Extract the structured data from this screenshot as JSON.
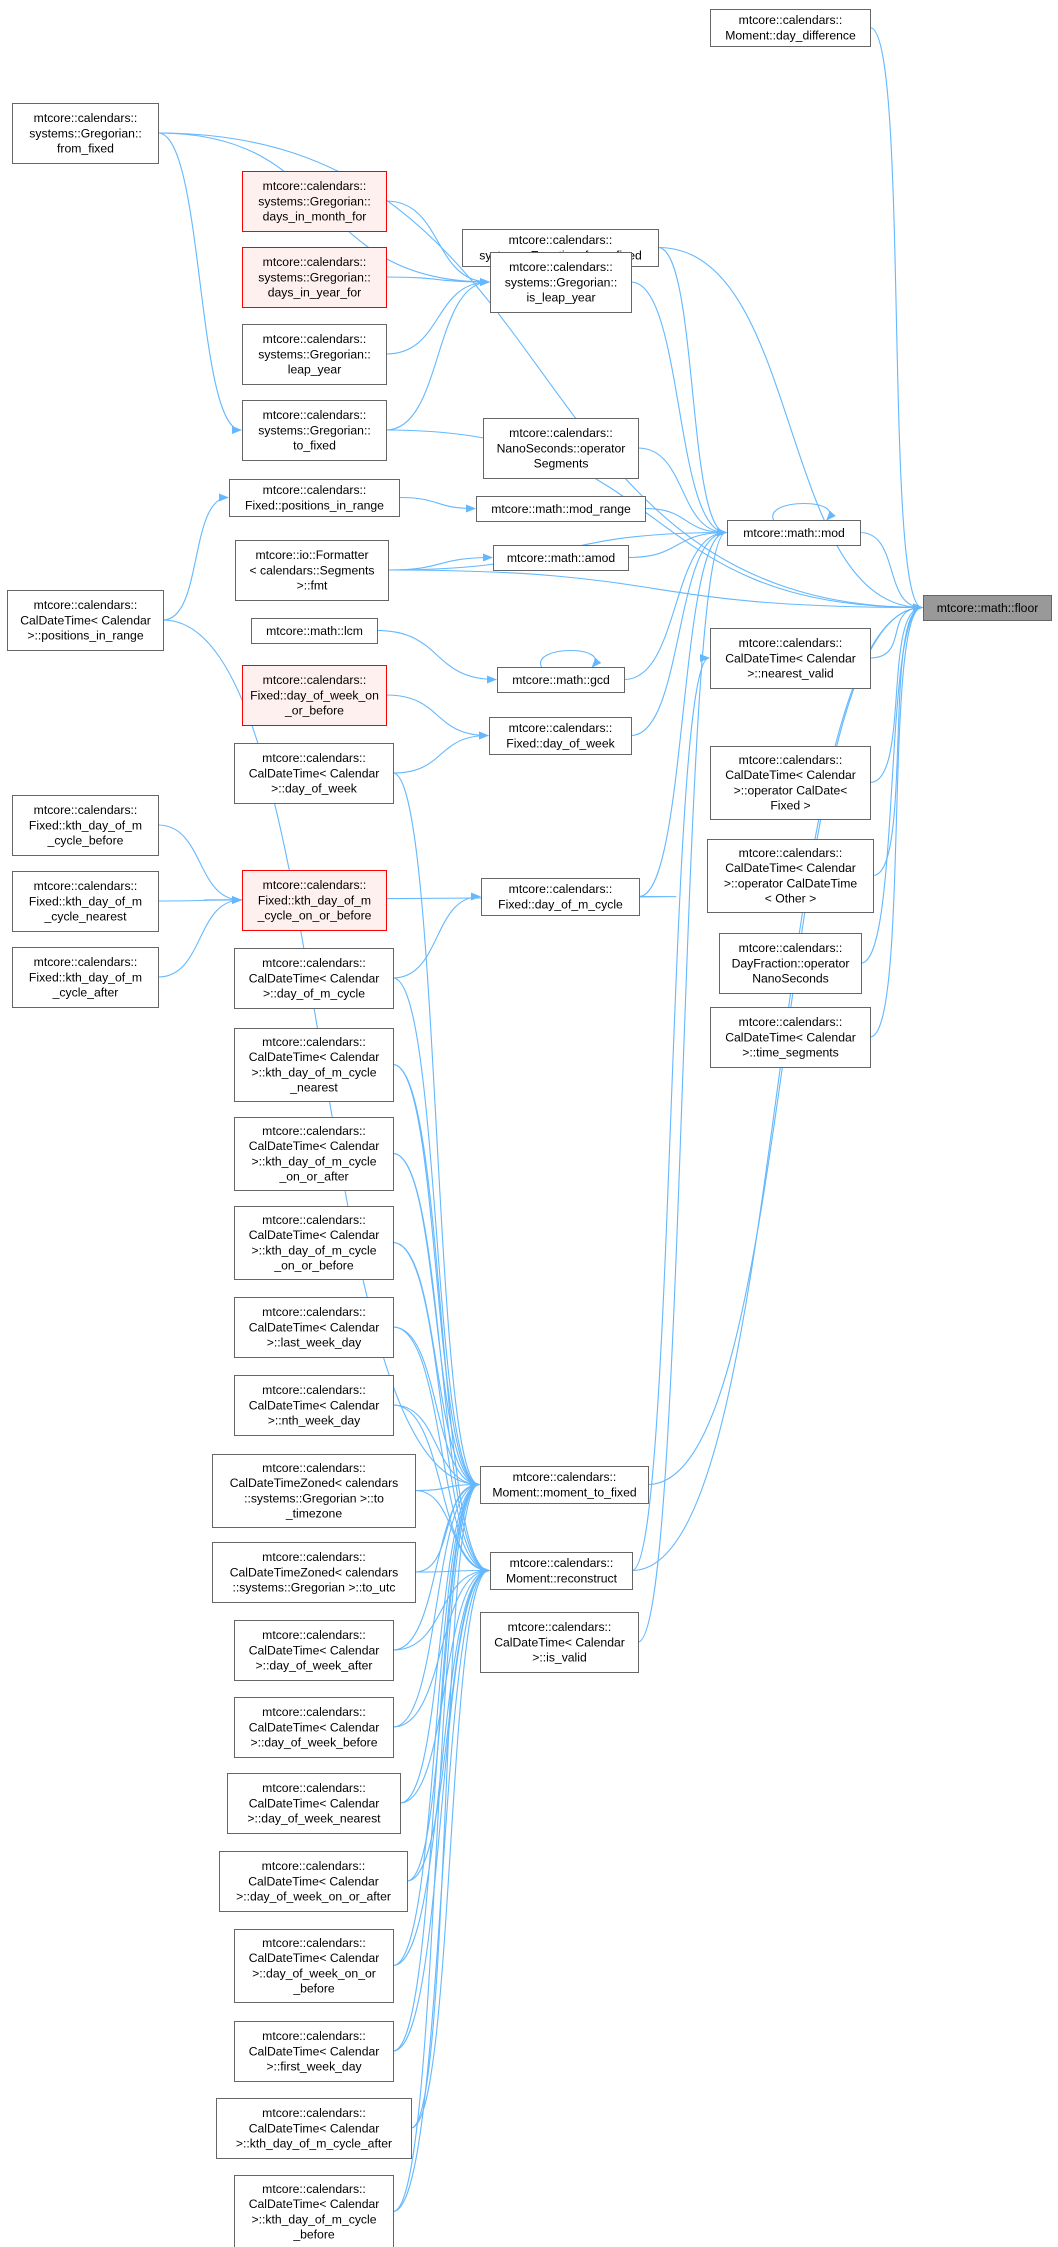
{
  "colors": {
    "edge": "#63b8ff",
    "node_border": "#666666",
    "node_fill": "#ffffff",
    "highlight_border": "#ff0000",
    "highlight_fill": "#fff0f0",
    "root_fill": "#999999"
  },
  "nodes": {
    "floor": {
      "lines": [
        "mtcore::math::floor"
      ],
      "style": "root"
    },
    "day_difference": {
      "lines": [
        "mtcore::calendars::",
        "Moment::day_difference"
      ]
    },
    "greg_from_fixed": {
      "lines": [
        "mtcore::calendars::",
        "systems::Gregorian::",
        "from_fixed"
      ]
    },
    "days_in_month_for": {
      "lines": [
        "mtcore::calendars::",
        "systems::Gregorian::",
        "days_in_month_for"
      ],
      "style": "highlight"
    },
    "egypt_from_fixed": {
      "lines": [
        "mtcore::calendars::",
        "systems::Egyptian::from_fixed"
      ]
    },
    "days_in_year_for": {
      "lines": [
        "mtcore::calendars::",
        "systems::Gregorian::",
        "days_in_year_for"
      ],
      "style": "highlight"
    },
    "is_leap_year": {
      "lines": [
        "mtcore::calendars::",
        "systems::Gregorian::",
        "is_leap_year"
      ]
    },
    "leap_year": {
      "lines": [
        "mtcore::calendars::",
        "systems::Gregorian::",
        "leap_year"
      ]
    },
    "to_fixed": {
      "lines": [
        "mtcore::calendars::",
        "systems::Gregorian::",
        "to_fixed"
      ]
    },
    "ns_operator_segments": {
      "lines": [
        "mtcore::calendars::",
        "NanoSeconds::operator",
        "Segments"
      ]
    },
    "positions_in_range": {
      "lines": [
        "mtcore::calendars::",
        "Fixed::positions_in_range"
      ]
    },
    "mod_range": {
      "lines": [
        "mtcore::math::mod_range"
      ]
    },
    "mod": {
      "lines": [
        "mtcore::math::mod"
      ]
    },
    "formatter_fmt": {
      "lines": [
        "mtcore::io::Formatter",
        "< calendars::Segments",
        ">::fmt"
      ]
    },
    "amod": {
      "lines": [
        "mtcore::math::amod"
      ]
    },
    "cdt_positions_in_range": {
      "lines": [
        "mtcore::calendars::",
        "CalDateTime< Calendar",
        ">::positions_in_range"
      ]
    },
    "lcm": {
      "lines": [
        "mtcore::math::lcm"
      ]
    },
    "gcd": {
      "lines": [
        "mtcore::math::gcd"
      ]
    },
    "nearest_valid": {
      "lines": [
        "mtcore::calendars::",
        "CalDateTime< Calendar",
        ">::nearest_valid"
      ]
    },
    "fixed_dow_on_or_before": {
      "lines": [
        "mtcore::calendars::",
        "Fixed::day_of_week_on",
        "_or_before"
      ],
      "style": "highlight"
    },
    "fixed_day_of_week": {
      "lines": [
        "mtcore::calendars::",
        "Fixed::day_of_week"
      ]
    },
    "cdt_day_of_week": {
      "lines": [
        "mtcore::calendars::",
        "CalDateTime< Calendar",
        ">::day_of_week"
      ]
    },
    "op_caldate_fixed": {
      "lines": [
        "mtcore::calendars::",
        "CalDateTime< Calendar",
        ">::operator CalDate<",
        "Fixed >"
      ]
    },
    "op_caldatetime_other": {
      "lines": [
        "mtcore::calendars::",
        "CalDateTime< Calendar",
        ">::operator CalDateTime",
        "< Other >"
      ]
    },
    "kth_before": {
      "lines": [
        "mtcore::calendars::",
        "Fixed::kth_day_of_m",
        "_cycle_before"
      ]
    },
    "kth_nearest": {
      "lines": [
        "mtcore::calendars::",
        "Fixed::kth_day_of_m",
        "_cycle_nearest"
      ]
    },
    "kth_on_or_before": {
      "lines": [
        "mtcore::calendars::",
        "Fixed::kth_day_of_m",
        "_cycle_on_or_before"
      ],
      "style": "highlight"
    },
    "fixed_day_of_m_cycle": {
      "lines": [
        "mtcore::calendars::",
        "Fixed::day_of_m_cycle"
      ]
    },
    "kth_after": {
      "lines": [
        "mtcore::calendars::",
        "Fixed::kth_day_of_m",
        "_cycle_after"
      ]
    },
    "df_operator_ns": {
      "lines": [
        "mtcore::calendars::",
        "DayFraction::operator",
        "NanoSeconds"
      ]
    },
    "cdt_day_of_m_cycle": {
      "lines": [
        "mtcore::calendars::",
        "CalDateTime< Calendar",
        ">::day_of_m_cycle"
      ]
    },
    "time_segments": {
      "lines": [
        "mtcore::calendars::",
        "CalDateTime< Calendar",
        ">::time_segments"
      ]
    },
    "cdt_kth_nearest": {
      "lines": [
        "mtcore::calendars::",
        "CalDateTime< Calendar",
        ">::kth_day_of_m_cycle",
        "_nearest"
      ]
    },
    "cdt_kth_on_or_after": {
      "lines": [
        "mtcore::calendars::",
        "CalDateTime< Calendar",
        ">::kth_day_of_m_cycle",
        "_on_or_after"
      ]
    },
    "cdt_kth_on_or_before": {
      "lines": [
        "mtcore::calendars::",
        "CalDateTime< Calendar",
        ">::kth_day_of_m_cycle",
        "_on_or_before"
      ]
    },
    "last_week_day": {
      "lines": [
        "mtcore::calendars::",
        "CalDateTime< Calendar",
        ">::last_week_day"
      ]
    },
    "nth_week_day": {
      "lines": [
        "mtcore::calendars::",
        "CalDateTime< Calendar",
        ">::nth_week_day"
      ]
    },
    "zoned_to_timezone": {
      "lines": [
        "mtcore::calendars::",
        "CalDateTimeZoned< calendars",
        "::systems::Gregorian >::to",
        "_timezone"
      ]
    },
    "moment_to_fixed": {
      "lines": [
        "mtcore::calendars::",
        "Moment::moment_to_fixed"
      ]
    },
    "zoned_to_utc": {
      "lines": [
        "mtcore::calendars::",
        "CalDateTimeZoned< calendars",
        "::systems::Gregorian >::to_utc"
      ]
    },
    "reconstruct": {
      "lines": [
        "mtcore::calendars::",
        "Moment::reconstruct"
      ]
    },
    "is_valid": {
      "lines": [
        "mtcore::calendars::",
        "CalDateTime< Calendar",
        ">::is_valid"
      ]
    },
    "dow_after": {
      "lines": [
        "mtcore::calendars::",
        "CalDateTime< Calendar",
        ">::day_of_week_after"
      ]
    },
    "dow_before": {
      "lines": [
        "mtcore::calendars::",
        "CalDateTime< Calendar",
        ">::day_of_week_before"
      ]
    },
    "dow_nearest": {
      "lines": [
        "mtcore::calendars::",
        "CalDateTime< Calendar",
        ">::day_of_week_nearest"
      ]
    },
    "dow_on_or_after": {
      "lines": [
        "mtcore::calendars::",
        "CalDateTime< Calendar",
        ">::day_of_week_on_or_after"
      ]
    },
    "dow_on_or_before": {
      "lines": [
        "mtcore::calendars::",
        "CalDateTime< Calendar",
        ">::day_of_week_on_or",
        "_before"
      ]
    },
    "first_week_day": {
      "lines": [
        "mtcore::calendars::",
        "CalDateTime< Calendar",
        ">::first_week_day"
      ]
    },
    "cdt_kth_after": {
      "lines": [
        "mtcore::calendars::",
        "CalDateTime< Calendar",
        ">::kth_day_of_m_cycle_after"
      ]
    },
    "cdt_kth_before": {
      "lines": [
        "mtcore::calendars::",
        "CalDateTime< Calendar",
        ">::kth_day_of_m_cycle",
        "_before"
      ]
    }
  },
  "edges": [
    [
      "day_difference",
      "floor"
    ],
    [
      "greg_from_fixed",
      "floor"
    ],
    [
      "egypt_from_fixed",
      "floor"
    ],
    [
      "to_fixed",
      "floor"
    ],
    [
      "mod",
      "floor"
    ],
    [
      "formatter_fmt",
      "floor"
    ],
    [
      "moment_to_fixed",
      "floor"
    ],
    [
      "reconstruct",
      "floor"
    ],
    [
      "nearest_valid",
      "floor"
    ],
    [
      "op_caldate_fixed",
      "floor"
    ],
    [
      "op_caldatetime_other",
      "floor"
    ],
    [
      "df_operator_ns",
      "floor"
    ],
    [
      "time_segments",
      "floor"
    ],
    [
      "greg_from_fixed",
      "is_leap_year"
    ],
    [
      "days_in_month_for",
      "is_leap_year"
    ],
    [
      "days_in_year_for",
      "is_leap_year"
    ],
    [
      "leap_year",
      "is_leap_year"
    ],
    [
      "to_fixed",
      "is_leap_year"
    ],
    [
      "greg_from_fixed",
      "to_fixed"
    ],
    [
      "is_leap_year",
      "mod"
    ],
    [
      "egypt_from_fixed",
      "mod"
    ],
    [
      "ns_operator_segments",
      "mod"
    ],
    [
      "mod_range",
      "mod"
    ],
    [
      "amod",
      "mod"
    ],
    [
      "gcd",
      "mod"
    ],
    [
      "fixed_day_of_week",
      "mod"
    ],
    [
      "fixed_day_of_m_cycle",
      "mod"
    ],
    [
      "formatter_fmt",
      "mod"
    ],
    [
      "mod",
      "mod"
    ],
    [
      "positions_in_range",
      "mod_range"
    ],
    [
      "cdt_positions_in_range",
      "positions_in_range"
    ],
    [
      "formatter_fmt",
      "amod"
    ],
    [
      "lcm",
      "gcd"
    ],
    [
      "gcd",
      "gcd"
    ],
    [
      "fixed_dow_on_or_before",
      "fixed_day_of_week"
    ],
    [
      "cdt_day_of_week",
      "fixed_day_of_week"
    ],
    [
      "kth_before",
      "kth_on_or_before"
    ],
    [
      "kth_nearest",
      "kth_on_or_before"
    ],
    [
      "kth_after",
      "kth_on_or_before"
    ],
    [
      "fixed_day_of_m_cycle",
      "kth_on_or_before"
    ],
    [
      "cdt_day_of_m_cycle",
      "fixed_day_of_m_cycle"
    ],
    [
      "cdt_positions_in_range",
      "moment_to_fixed"
    ],
    [
      "cdt_day_of_week",
      "moment_to_fixed"
    ],
    [
      "cdt_day_of_m_cycle",
      "moment_to_fixed"
    ],
    [
      "cdt_kth_nearest",
      "moment_to_fixed"
    ],
    [
      "cdt_kth_on_or_after",
      "moment_to_fixed"
    ],
    [
      "cdt_kth_on_or_before",
      "moment_to_fixed"
    ],
    [
      "last_week_day",
      "moment_to_fixed"
    ],
    [
      "nth_week_day",
      "moment_to_fixed"
    ],
    [
      "zoned_to_timezone",
      "moment_to_fixed"
    ],
    [
      "zoned_to_utc",
      "moment_to_fixed"
    ],
    [
      "dow_after",
      "moment_to_fixed"
    ],
    [
      "dow_before",
      "moment_to_fixed"
    ],
    [
      "dow_nearest",
      "moment_to_fixed"
    ],
    [
      "dow_on_or_after",
      "moment_to_fixed"
    ],
    [
      "dow_on_or_before",
      "moment_to_fixed"
    ],
    [
      "first_week_day",
      "moment_to_fixed"
    ],
    [
      "cdt_kth_after",
      "moment_to_fixed"
    ],
    [
      "cdt_kth_before",
      "moment_to_fixed"
    ],
    [
      "cdt_kth_nearest",
      "reconstruct"
    ],
    [
      "cdt_kth_on_or_after",
      "reconstruct"
    ],
    [
      "cdt_kth_on_or_before",
      "reconstruct"
    ],
    [
      "last_week_day",
      "reconstruct"
    ],
    [
      "nth_week_day",
      "reconstruct"
    ],
    [
      "zoned_to_timezone",
      "reconstruct"
    ],
    [
      "zoned_to_utc",
      "reconstruct"
    ],
    [
      "dow_after",
      "reconstruct"
    ],
    [
      "dow_before",
      "reconstruct"
    ],
    [
      "dow_nearest",
      "reconstruct"
    ],
    [
      "dow_on_or_after",
      "reconstruct"
    ],
    [
      "dow_on_or_before",
      "reconstruct"
    ],
    [
      "first_week_day",
      "reconstruct"
    ],
    [
      "cdt_kth_after",
      "reconstruct"
    ],
    [
      "cdt_kth_before",
      "reconstruct"
    ],
    [
      "reconstruct",
      "nearest_valid"
    ],
    [
      "is_valid",
      "mod"
    ]
  ]
}
